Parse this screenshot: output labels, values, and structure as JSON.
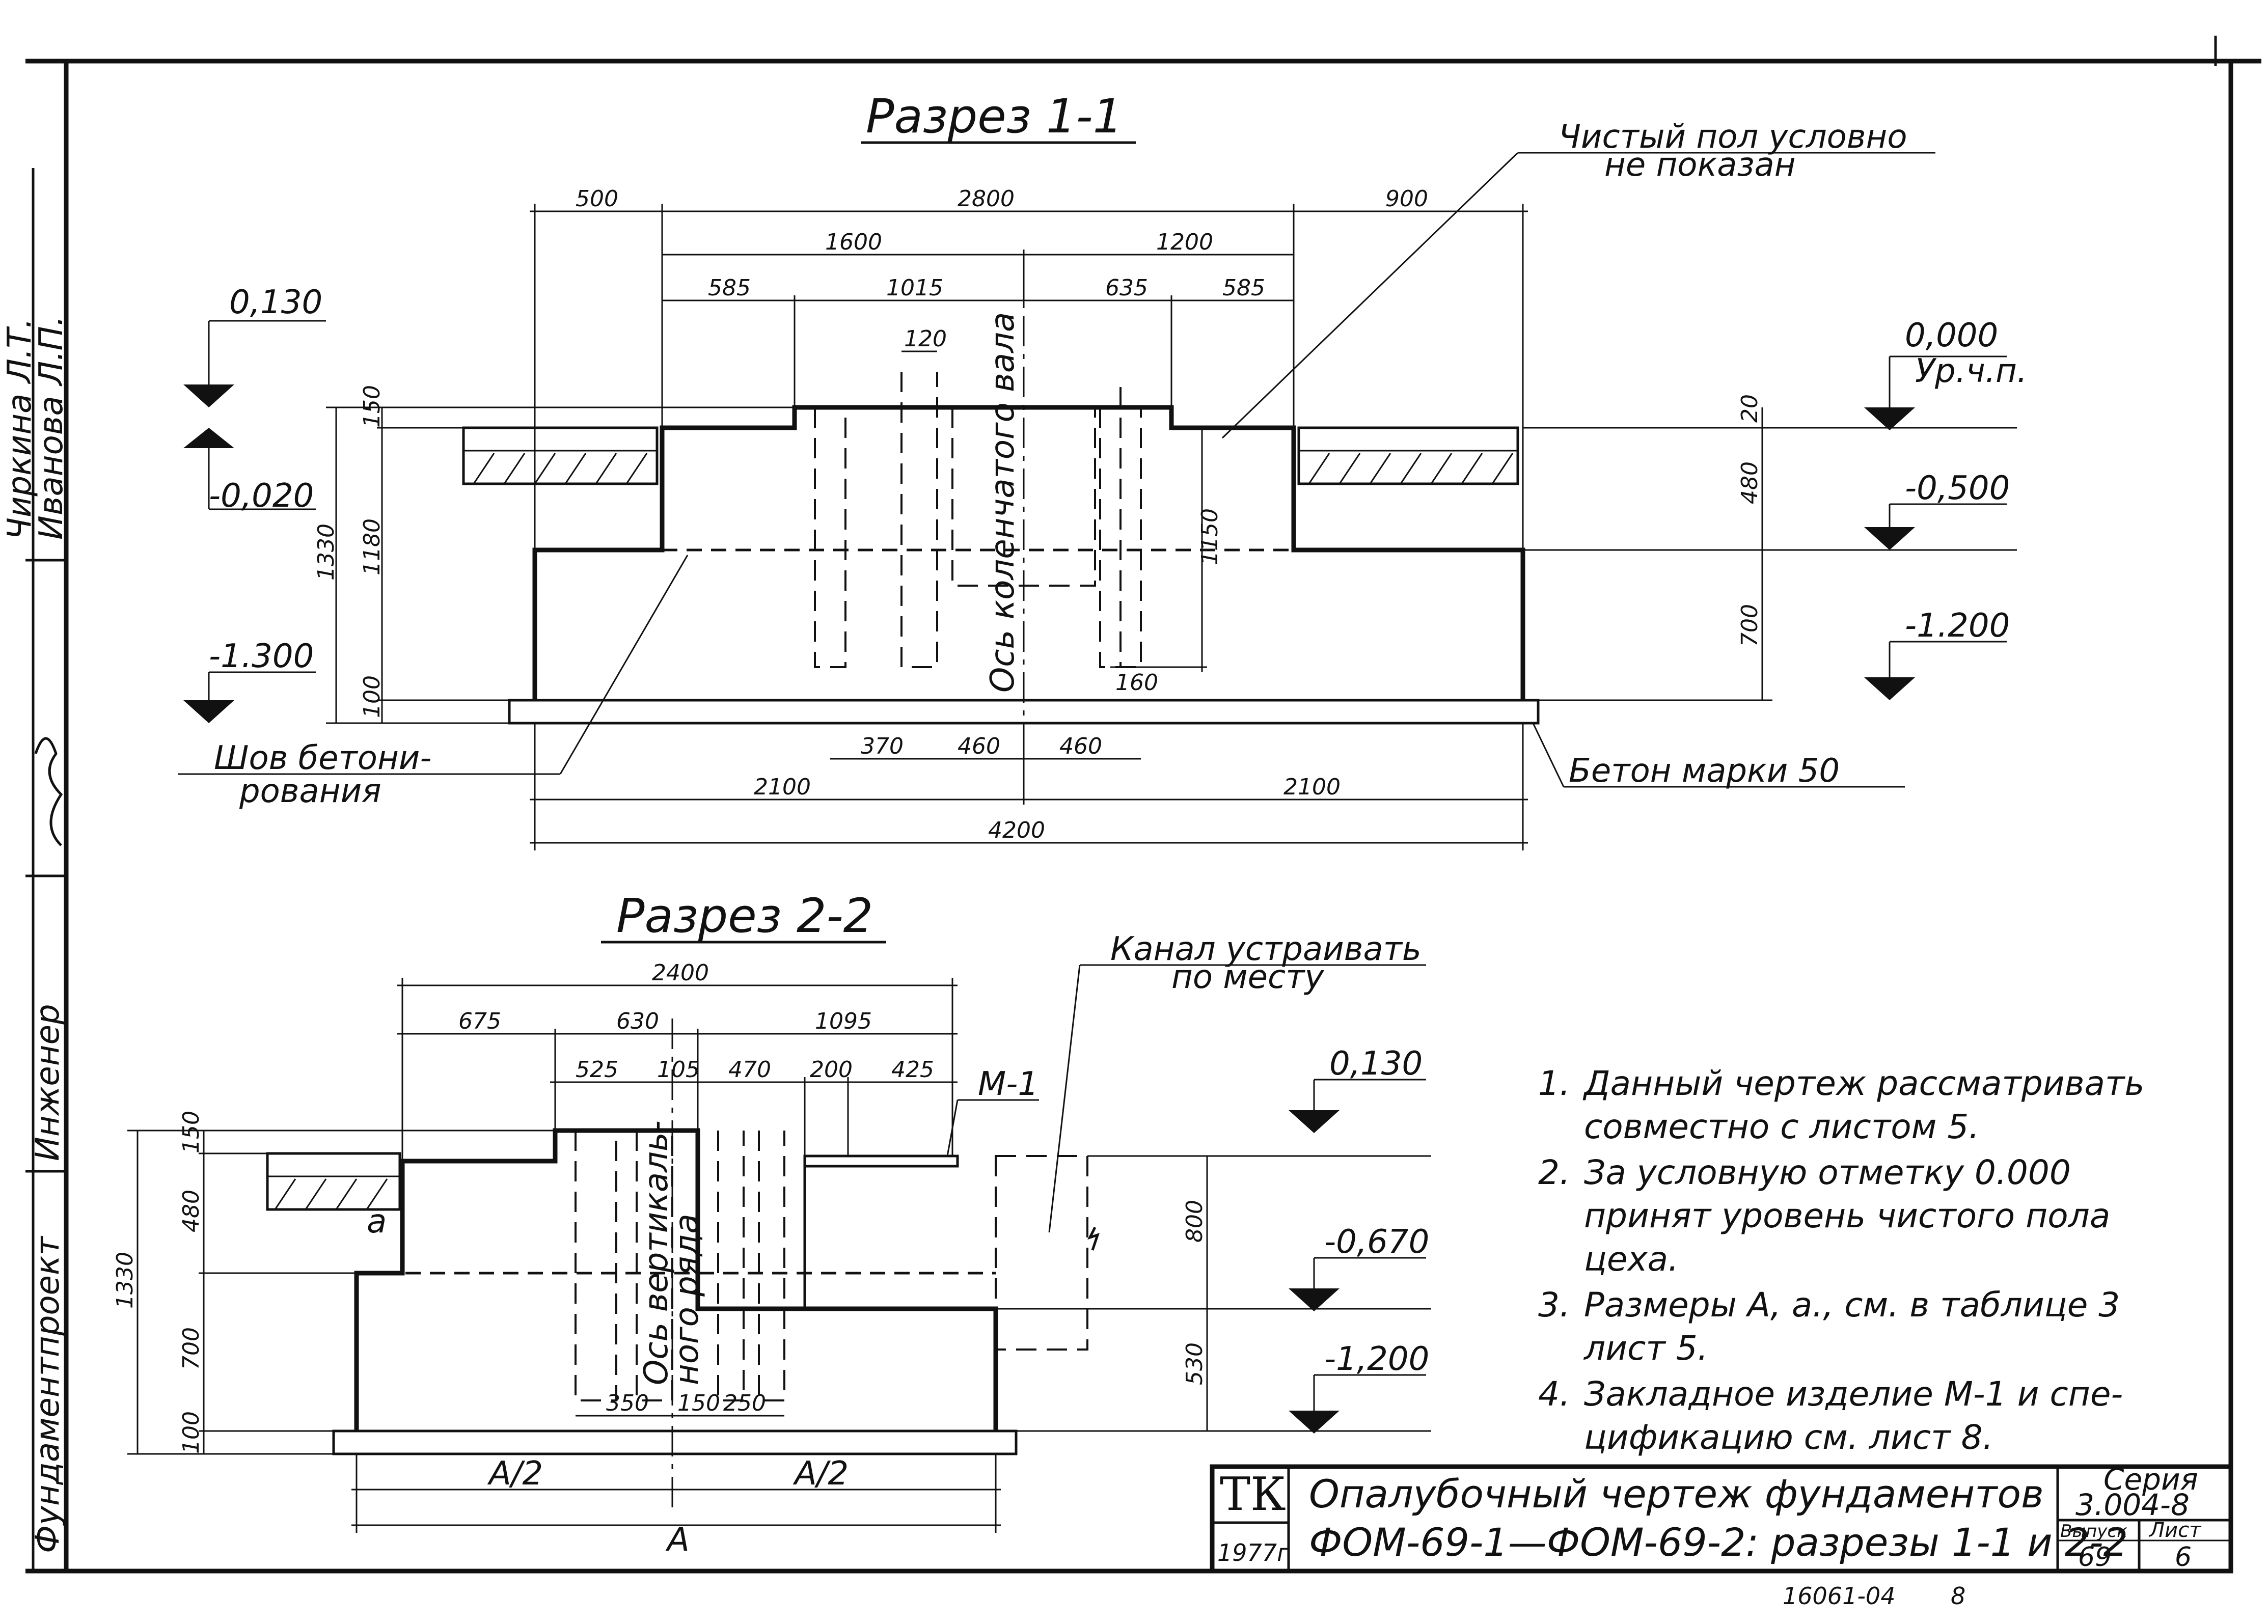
{
  "section_1": {
    "title": "Разрез 1-1",
    "top_dims": [
      "500",
      "2800",
      "900"
    ],
    "mid_dims": [
      "1600",
      "1200"
    ],
    "low_dims": [
      "585",
      "1015",
      "635",
      "585"
    ],
    "bolt_dim": "120",
    "bottom_dims": [
      "370",
      "460",
      "460"
    ],
    "half_dims": [
      "2100",
      "2100"
    ],
    "total_dim": "4200",
    "left_vert_dims": [
      "1330",
      "1180",
      "150",
      "100"
    ],
    "right_vert_dims": [
      "20",
      "480",
      "700"
    ],
    "inner_vert_dim": "1150",
    "inner_small_dim": "160",
    "axis_label": "Ось коленчатого вала",
    "levels_left": [
      "0,130",
      "-0,020",
      "-1.300"
    ],
    "levels_right": [
      "0,000",
      "Ур.ч.п.",
      "-0,500",
      "-1.200"
    ],
    "callout_floor": [
      "Чистый пол условно",
      "не показан"
    ],
    "callout_seam": [
      "Шов бетони-",
      "рования"
    ],
    "callout_concrete": "Бетон марки 50"
  },
  "section_2": {
    "title": "Разрез 2-2",
    "top_dim": "2400",
    "mid_dims": [
      "675",
      "630",
      "1095"
    ],
    "low_dims": [
      "525",
      "105",
      "470",
      "200",
      "425"
    ],
    "bottom_dims": [
      "350",
      "150",
      "250"
    ],
    "half_dims": [
      "A/2",
      "A/2"
    ],
    "total_dim": "A",
    "left_vert_dims": [
      "1330",
      "150",
      "480",
      "700",
      "100"
    ],
    "right_vert_dims": [
      "800",
      "530"
    ],
    "axis_label": [
      "Ось вертикаль-",
      "ного ряда"
    ],
    "small_a": "a",
    "levels": [
      "0,130",
      "-0,670",
      "-1,200"
    ],
    "callout_channel": [
      "Канал устраивать",
      "по месту"
    ],
    "embed_label": "М-1"
  },
  "notes": [
    [
      "1.",
      "Данный чертеж рассматривать",
      "совместно с листом 5."
    ],
    [
      "2.",
      "За условную отметку 0.000",
      "принят уровень чистого пола",
      "цеха."
    ],
    [
      "3.",
      "Размеры А, а., см. в таблице 3",
      "лист 5."
    ],
    [
      "4.",
      "Закладное изделие М-1 и спе-",
      "цификацию см. лист 8."
    ]
  ],
  "stamp": {
    "org": "ТК",
    "year": "1977г",
    "title_line1": "Опалубочный чертеж фундаментов",
    "title_line2": "ФОМ-69-1—ФОМ-69-2: разрезы 1-1 и 2-2",
    "series_label": "Серия",
    "series_value": "3.004-8",
    "issue_label": "Выпуск",
    "issue_value": "69",
    "sheet_label": "Лист",
    "sheet_value": "6"
  },
  "side_stamp": [
    "Инженер",
    "Фундаментпроект",
    "Иванова Л.П.",
    "Чиркина Л.Т."
  ],
  "bottom_code": [
    "16061-04",
    "8"
  ]
}
